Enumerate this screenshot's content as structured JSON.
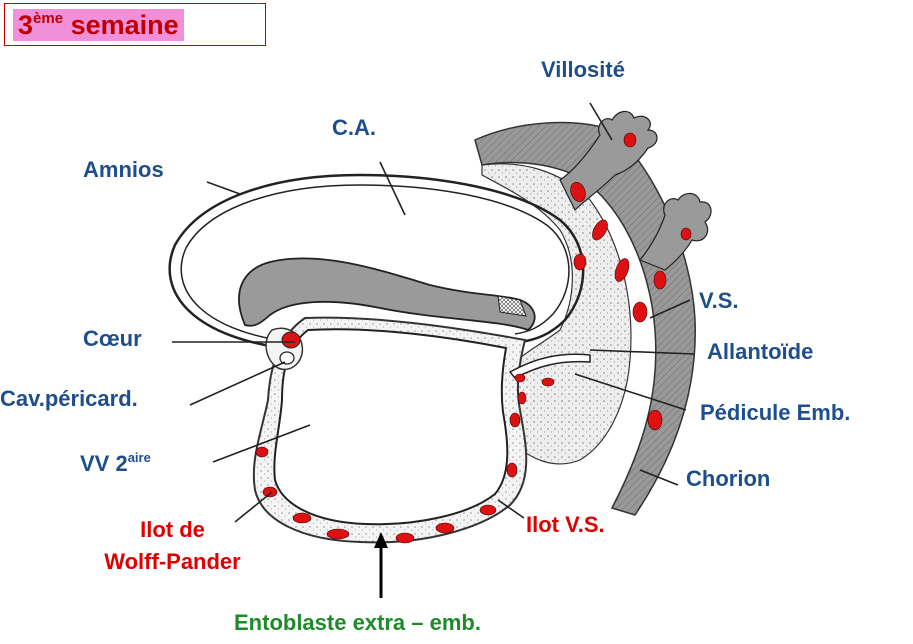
{
  "title": {
    "main": "3",
    "sup": "ème",
    "rest": " semaine"
  },
  "labels": {
    "villosite": "Villosité",
    "ca": "C.A.",
    "amnios": "Amnios",
    "vs": "V.S.",
    "coeur": "Cœur",
    "allantoide": "Allantoïde",
    "cav_pericard": "Cav.péricard.",
    "pedicule": "Pédicule Emb.",
    "vv_main": "VV 2",
    "vv_sup": "aire",
    "chorion": "Chorion",
    "ilot_vs": "Ilot V.S.",
    "ilot_wp_line1": "Ilot de",
    "ilot_wp_line2": "Wolff-Pander",
    "entoblaste": "Entoblaste extra – emb."
  },
  "colors": {
    "title_text": "#c00000",
    "title_highlight": "#f190d8",
    "label_blue": "#1f4e8c",
    "label_red": "#e00000",
    "label_green": "#1f8a2a",
    "chorion_fill": "#999999",
    "mesoderm_fill": "#eeeeee",
    "blood_islands": "#dd1111"
  }
}
